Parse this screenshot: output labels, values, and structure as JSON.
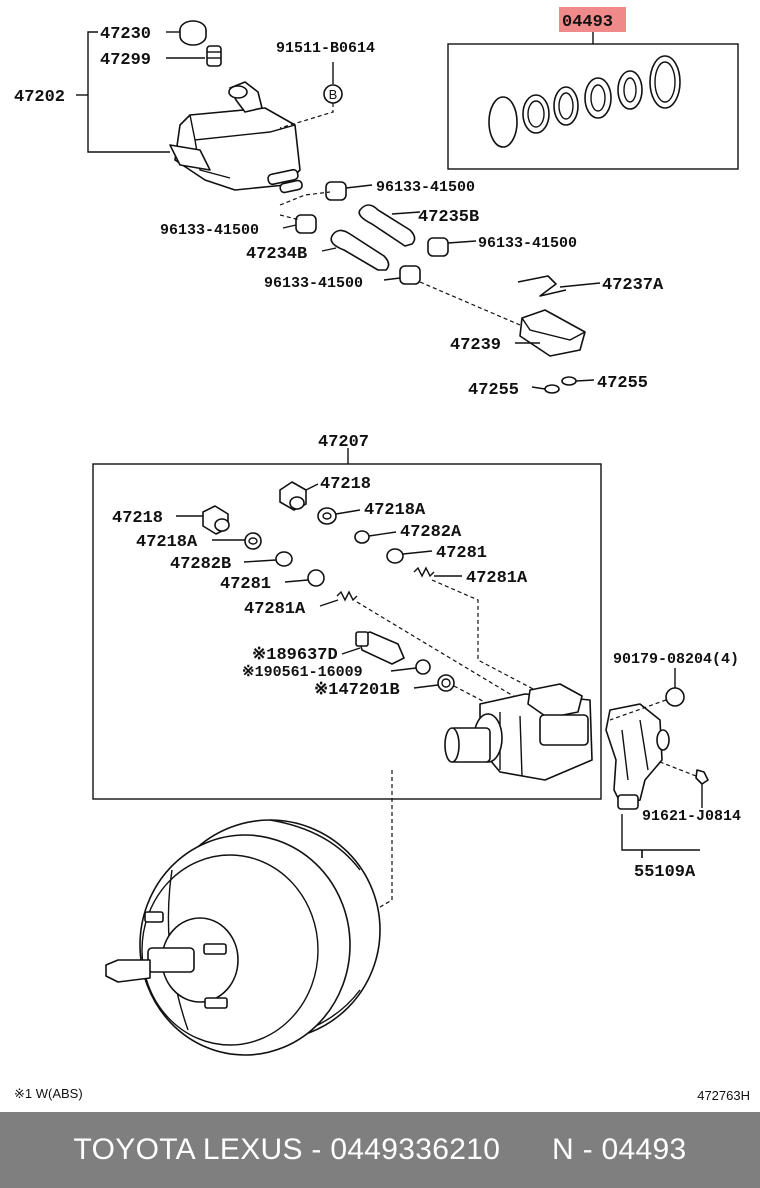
{
  "diagram": {
    "highlight_color": "#f08a8a",
    "part_numbers": {
      "n47230": "47230",
      "n47299": "47299",
      "n47202": "47202",
      "n91511": "91511-B0614",
      "n04493": "04493",
      "n96133_a": "96133-41500",
      "n96133_b": "96133-41500",
      "n96133_c": "96133-41500",
      "n96133_d": "96133-41500",
      "n47235B": "47235B",
      "n47234B": "47234B",
      "n47237A": "47237A",
      "n47239": "47239",
      "n47255_a": "47255",
      "n47255_b": "47255",
      "n47207": "47207",
      "n47218_a": "47218",
      "n47218_b": "47218",
      "n47218A_a": "47218A",
      "n47218A_b": "47218A",
      "n47282A": "47282A",
      "n47282B": "47282B",
      "n47281_a": "47281",
      "n47281_b": "47281",
      "n47281A_a": "47281A",
      "n47281A_b": "47281A",
      "n89637D": "※189637D",
      "n90561": "※190561-16009",
      "n47201B": "※147201B",
      "n90179": "90179-08204(4)",
      "n91621": "91621-J0814",
      "n55109A": "55109A"
    },
    "callout_b": "B",
    "note": "※1  W(ABS)",
    "drawing_id": "472763H"
  },
  "footer": {
    "left": "TOYOTA LEXUS - 0449336210",
    "right": "N - 04493"
  }
}
